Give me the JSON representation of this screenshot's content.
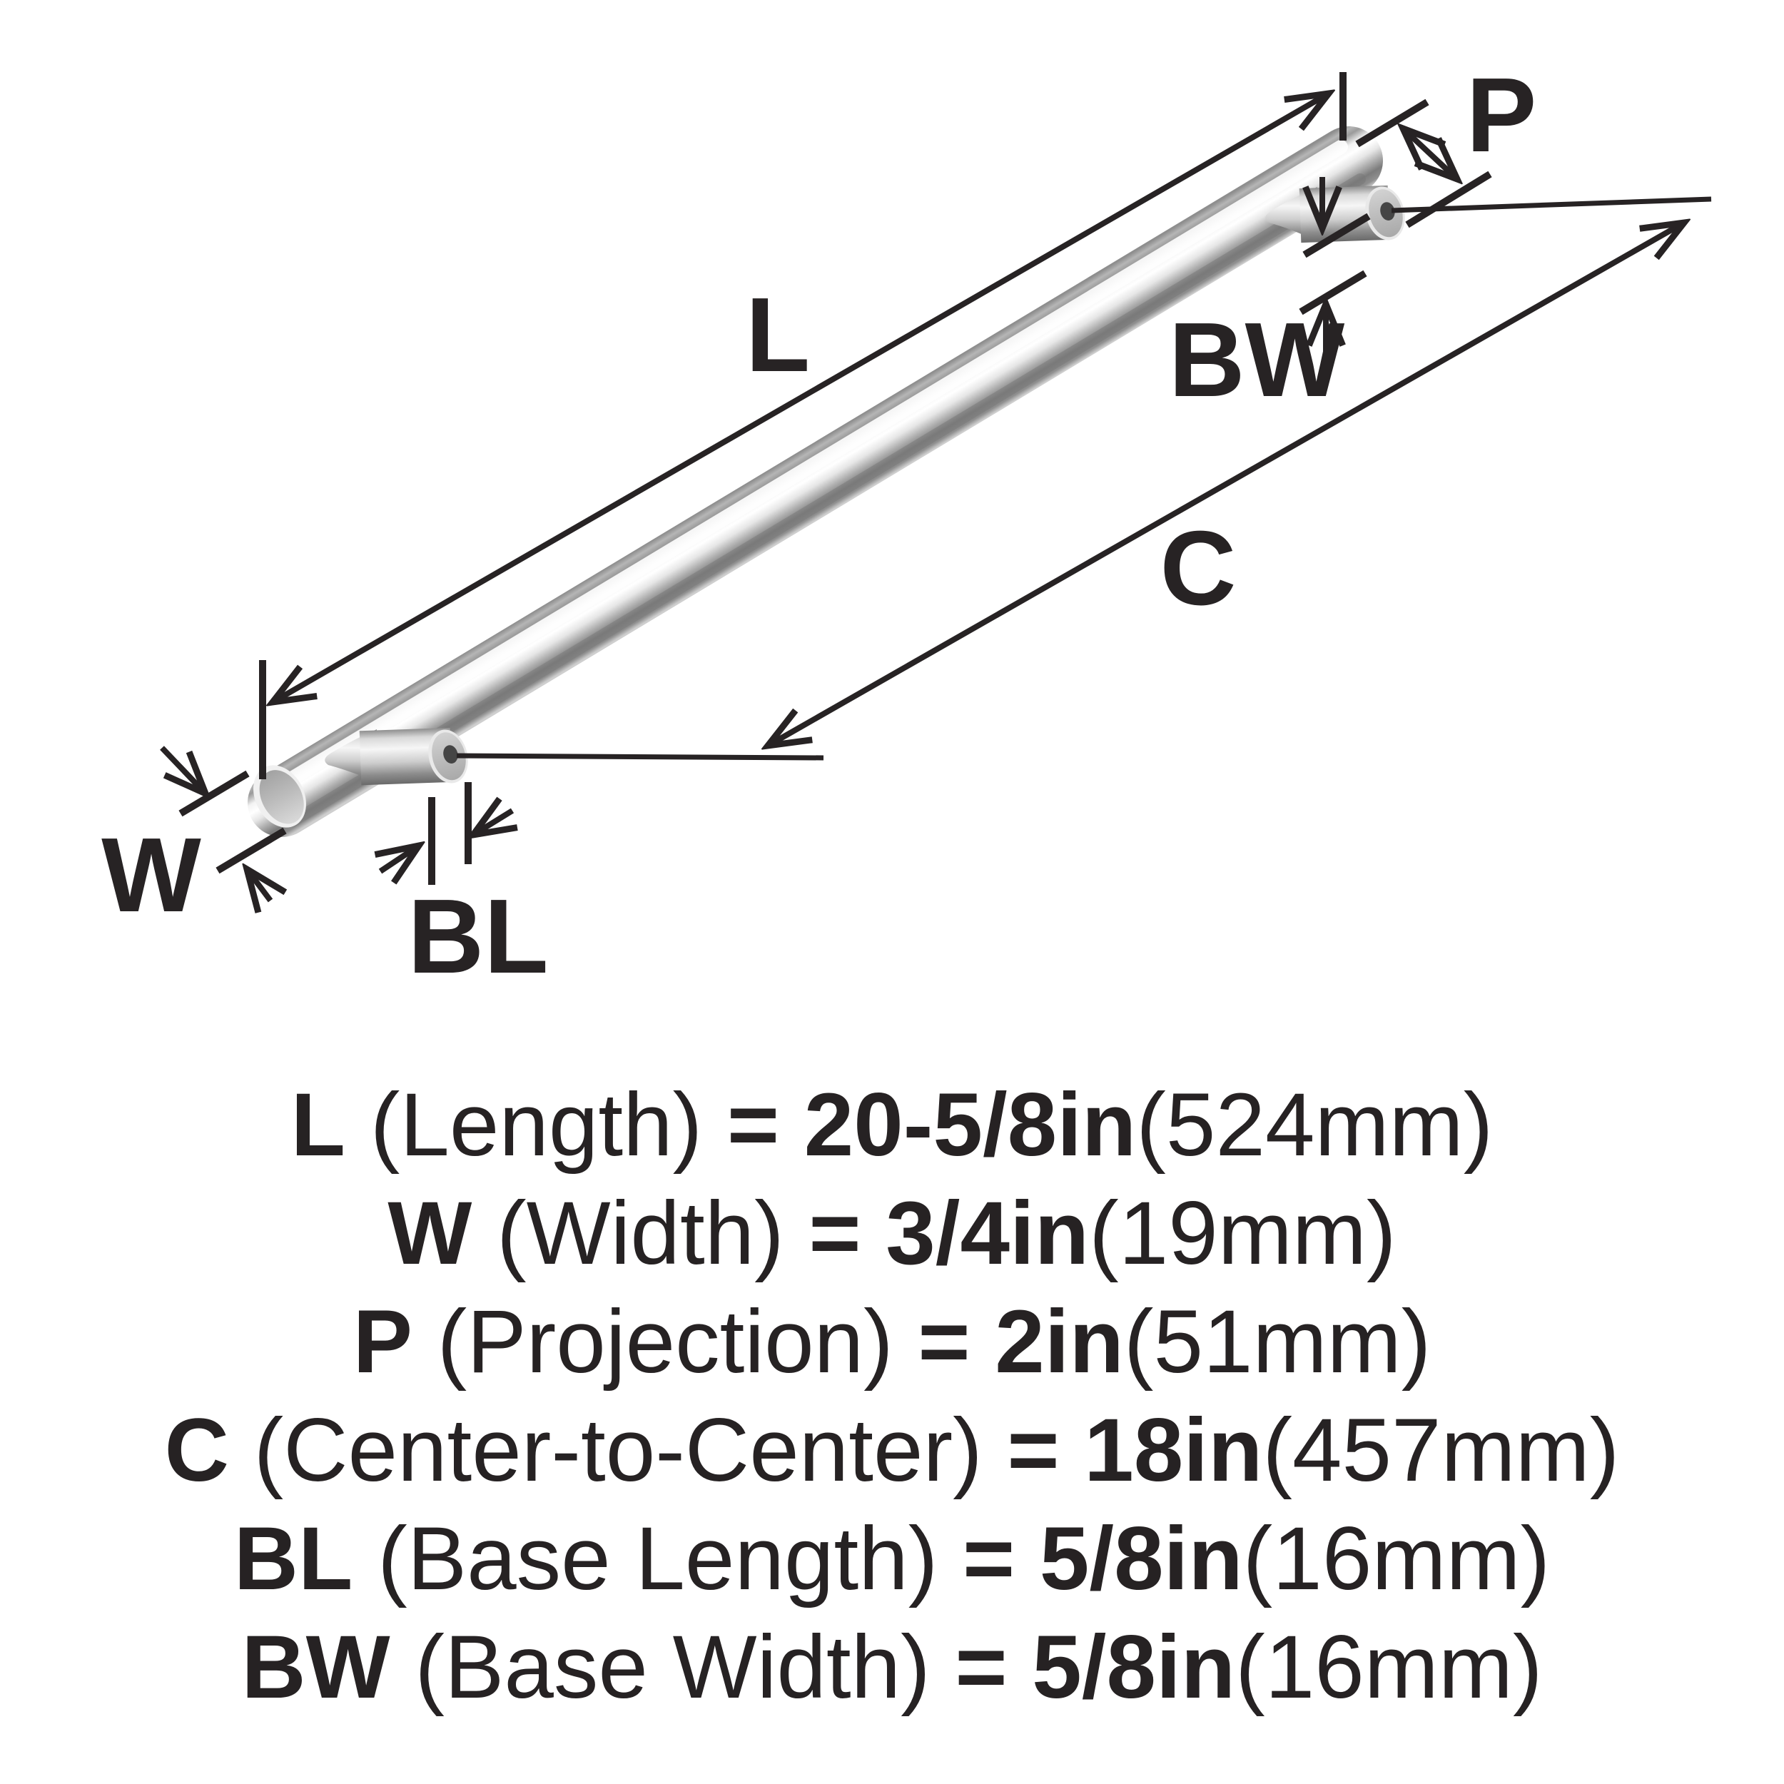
{
  "diagram": {
    "ink_color": "#272324",
    "metal_light": "#ffffff",
    "metal_mid": "#c4c4c4",
    "metal_dark": "#6e6e6e",
    "labels": {
      "length": "L",
      "width": "W",
      "projection": "P",
      "center_to_center": "C",
      "base_length": "BL",
      "base_width": "BW"
    }
  },
  "specs": {
    "lines": [
      {
        "code": "L",
        "name": " (Length) ",
        "value": "= 20-5/8in",
        "metric": "(524mm)"
      },
      {
        "code": "W",
        "name": " (Width) ",
        "value": "= 3/4in",
        "metric": "(19mm)"
      },
      {
        "code": "P",
        "name": " (Projection) ",
        "value": "= 2in",
        "metric": "(51mm)"
      },
      {
        "code": "C",
        "name": " (Center-to-Center) ",
        "value": "= 18in",
        "metric": "(457mm)"
      },
      {
        "code": "BL",
        "name": " (Base Length) ",
        "value": "= 5/8in",
        "metric": "(16mm)"
      },
      {
        "code": "BW",
        "name": " (Base Width) ",
        "value": "= 5/8in",
        "metric": "(16mm)"
      }
    ]
  }
}
